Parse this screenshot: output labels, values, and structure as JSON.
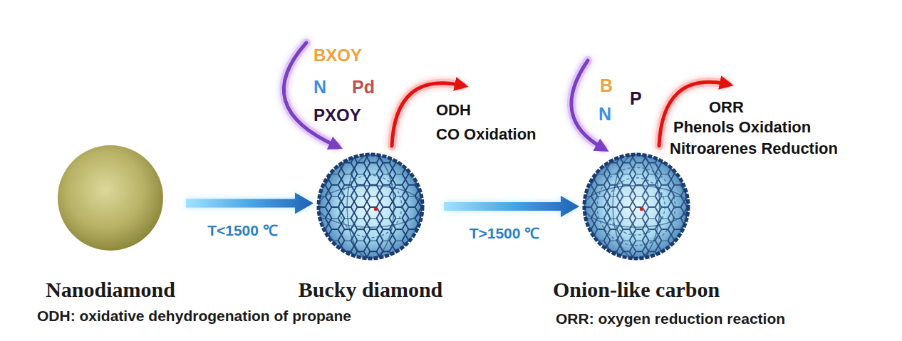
{
  "diagram": {
    "nodes": [
      {
        "text": [
          "Nanodiamond"
        ]
      },
      {
        "text": [
          "Bucky diamond"
        ]
      },
      {
        "text": [
          "Onion-like carbon"
        ]
      }
    ],
    "edges": [
      {
        "from": 0,
        "to": 1,
        "arrow": "to",
        "label": "T<1500 ℃"
      },
      {
        "from": 1,
        "to": 2,
        "arrow": "to",
        "label": "T>1500 ℃"
      }
    ],
    "labels": [
      "BXOY",
      "N",
      "Pd",
      "PXOY",
      "ODH",
      "CO Oxidation",
      "B",
      "N",
      "P",
      "ORR",
      "Phenols Oxidation",
      "Nitroarenes Reduction",
      "ODH: oxidative dehydrogenation of propane",
      "ORR: oxygen reduction reaction"
    ]
  }
}
